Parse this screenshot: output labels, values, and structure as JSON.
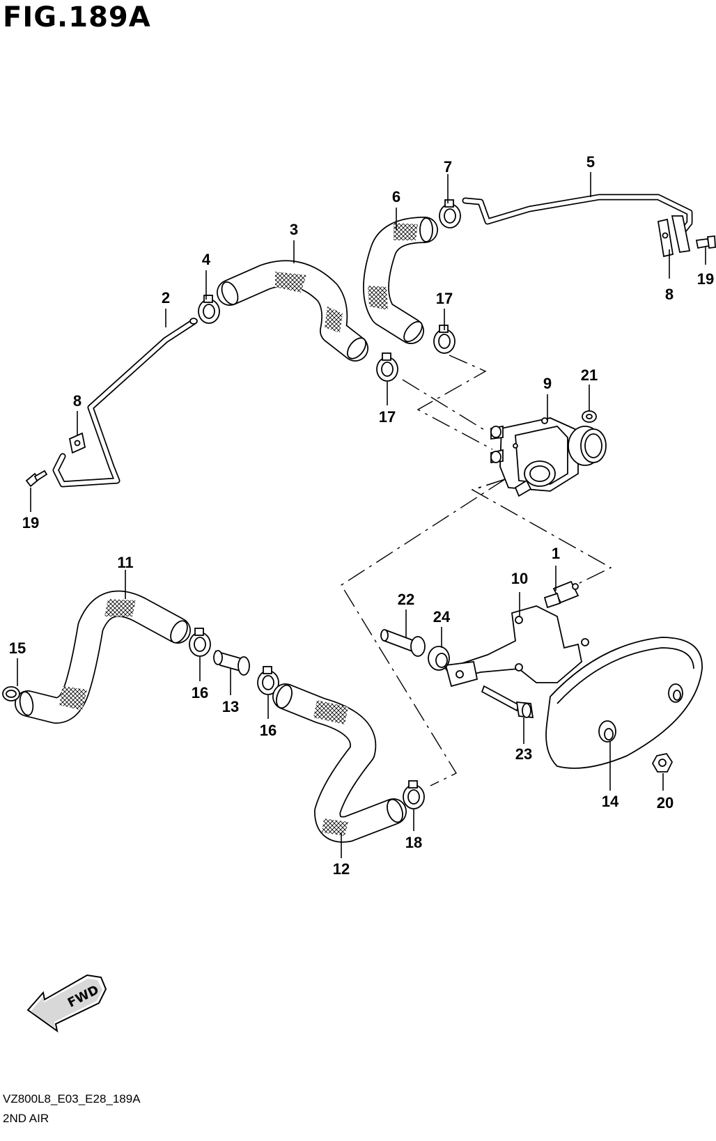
{
  "title": "FIG.189A",
  "footer": {
    "code": "VZ800L8_E03_E28_189A",
    "name": "2ND AIR"
  },
  "fwd_label": "FWD",
  "callouts": {
    "p1": "1",
    "p2": "2",
    "p3": "3",
    "p4": "4",
    "p5": "5",
    "p6": "6",
    "p7": "7",
    "p8a": "8",
    "p8b": "8",
    "p9": "9",
    "p10": "10",
    "p11": "11",
    "p12": "12",
    "p13": "13",
    "p14": "14",
    "p15": "15",
    "p16a": "16",
    "p16b": "16",
    "p17a": "17",
    "p17b": "17",
    "p18": "18",
    "p19a": "19",
    "p19b": "19",
    "p20": "20",
    "p21": "21",
    "p22": "22",
    "p23": "23",
    "p24": "24"
  }
}
